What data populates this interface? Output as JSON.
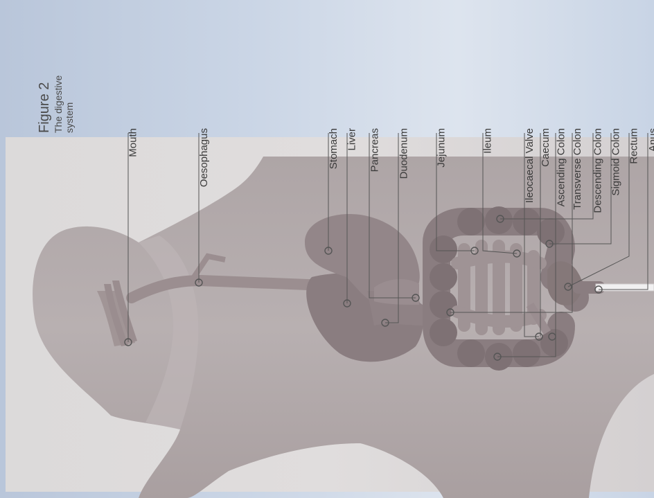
{
  "figure": {
    "title": "Figure 2",
    "caption_lines": [
      "The digestive",
      "system"
    ]
  },
  "labels": [
    {
      "id": "mouth",
      "text": "Mouth"
    },
    {
      "id": "oesophagus",
      "text": "Oesophagus"
    },
    {
      "id": "stomach",
      "text": "Stomach"
    },
    {
      "id": "liver",
      "text": "Liver"
    },
    {
      "id": "pancreas",
      "text": "Pancreas"
    },
    {
      "id": "duodenum",
      "text": "Duodenum"
    },
    {
      "id": "jejunum",
      "text": "Jejunum"
    },
    {
      "id": "ileum",
      "text": "Ileum"
    },
    {
      "id": "ileocaecal-valve",
      "text": "Ileocaecal Valve"
    },
    {
      "id": "caecum",
      "text": "Caecum"
    },
    {
      "id": "ascending-colon",
      "text": "Ascending Colon"
    },
    {
      "id": "transverse-colon",
      "text": "Transverse Colon"
    },
    {
      "id": "descending-colon",
      "text": "Descending Colon"
    },
    {
      "id": "sigmoid-colon",
      "text": "Sigmoid Colon"
    },
    {
      "id": "rectum",
      "text": "Rectum"
    },
    {
      "id": "anus",
      "text": "Anus"
    }
  ],
  "colors": {
    "panel": "#d8d4d4",
    "body": "#b5acad",
    "organ": "#8c7f82",
    "organ_dark": "#7a6d70",
    "leader_line": "#555555",
    "text": "#3a3a3a"
  }
}
